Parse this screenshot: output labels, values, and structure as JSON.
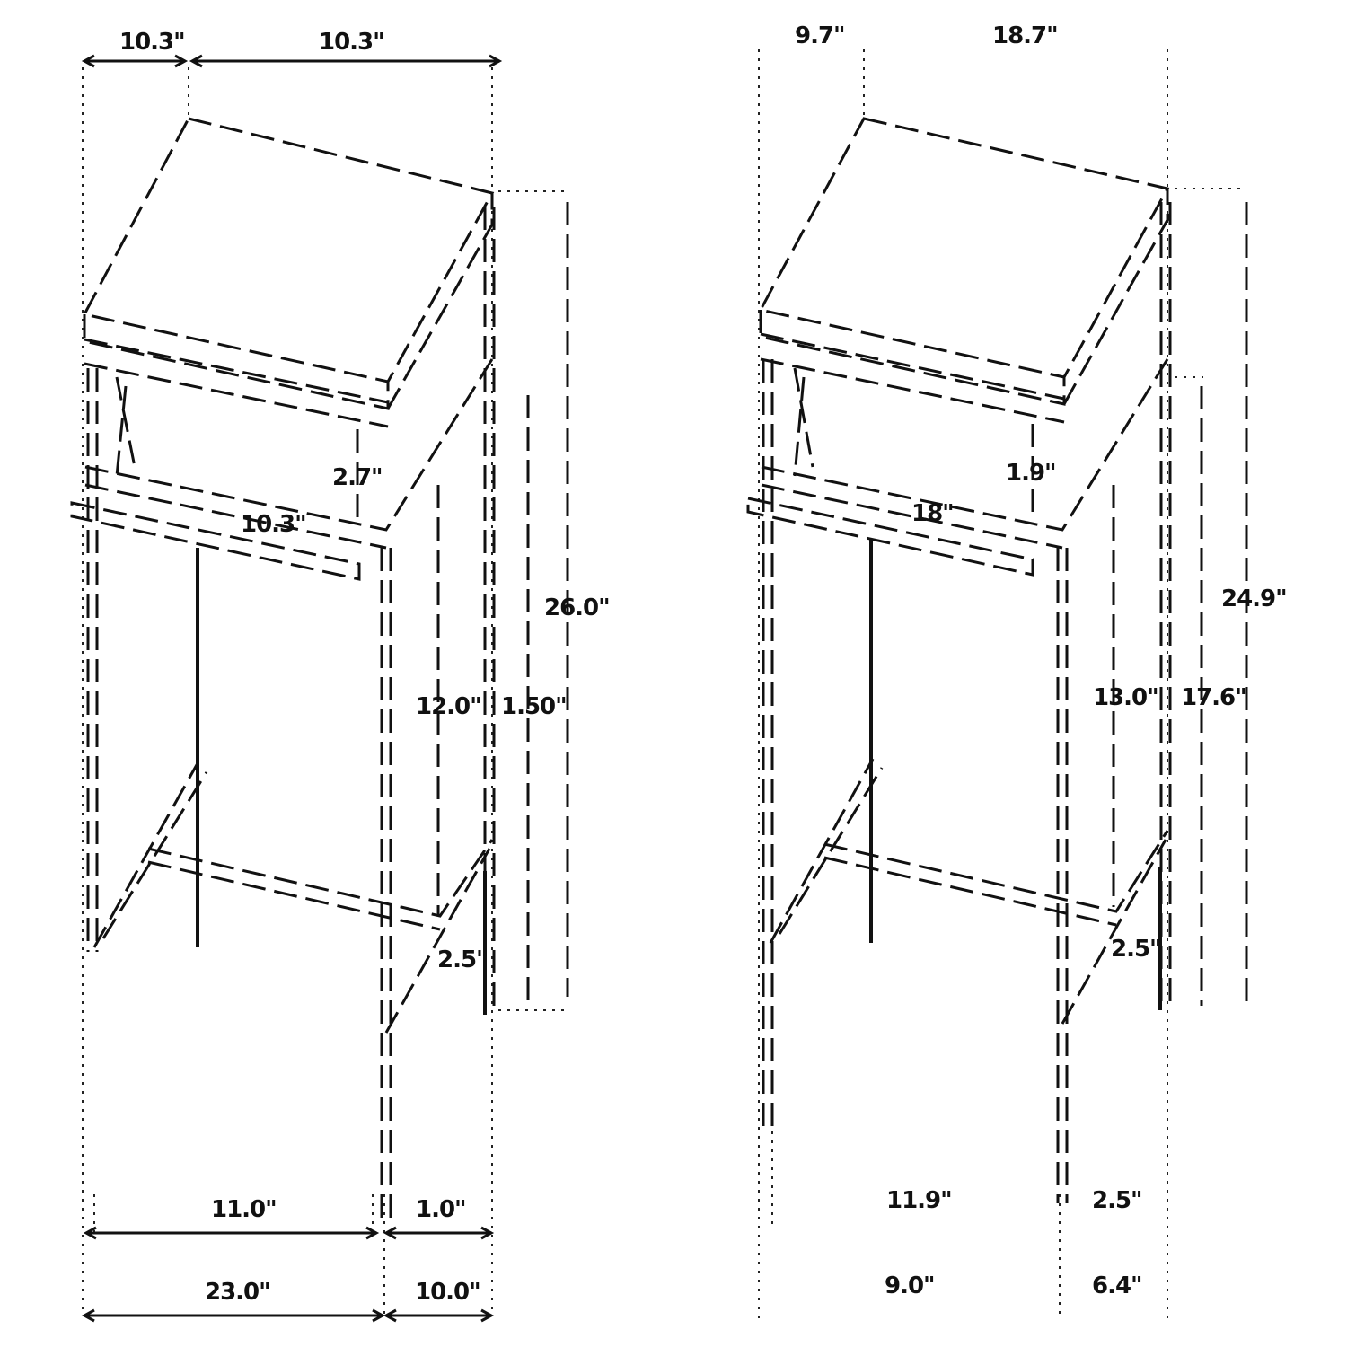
{
  "diagram": {
    "left_view": {
      "top_left_width": "10.3\"",
      "top_right_width": "10.3\"",
      "drawer_depth": "2.7\"",
      "shelf_label": "10.3\"",
      "total_height": "26.0\"",
      "inner_height": "12.0\"",
      "side_height": "1.50\"",
      "bottom_shelf_gap": "2.5\"",
      "base_width_a": "11.0\"",
      "base_width_b": "1.0\"",
      "overall_width_a": "23.0\"",
      "overall_width_b": "10.0\""
    },
    "right_view": {
      "top_left_width": "9.7\"",
      "top_right_width": "18.7\"",
      "drawer_depth": "1.9\"",
      "shelf_label": "18\"",
      "total_height": "24.9\"",
      "inner_height": "13.0\"",
      "side_height": "17.6\"",
      "bottom_shelf_gap": "2.5\"",
      "base_width_a": "11.9\"",
      "base_width_b": "2.5\"",
      "overall_width_a": "9.0\"",
      "overall_width_b": "6.4\""
    }
  }
}
